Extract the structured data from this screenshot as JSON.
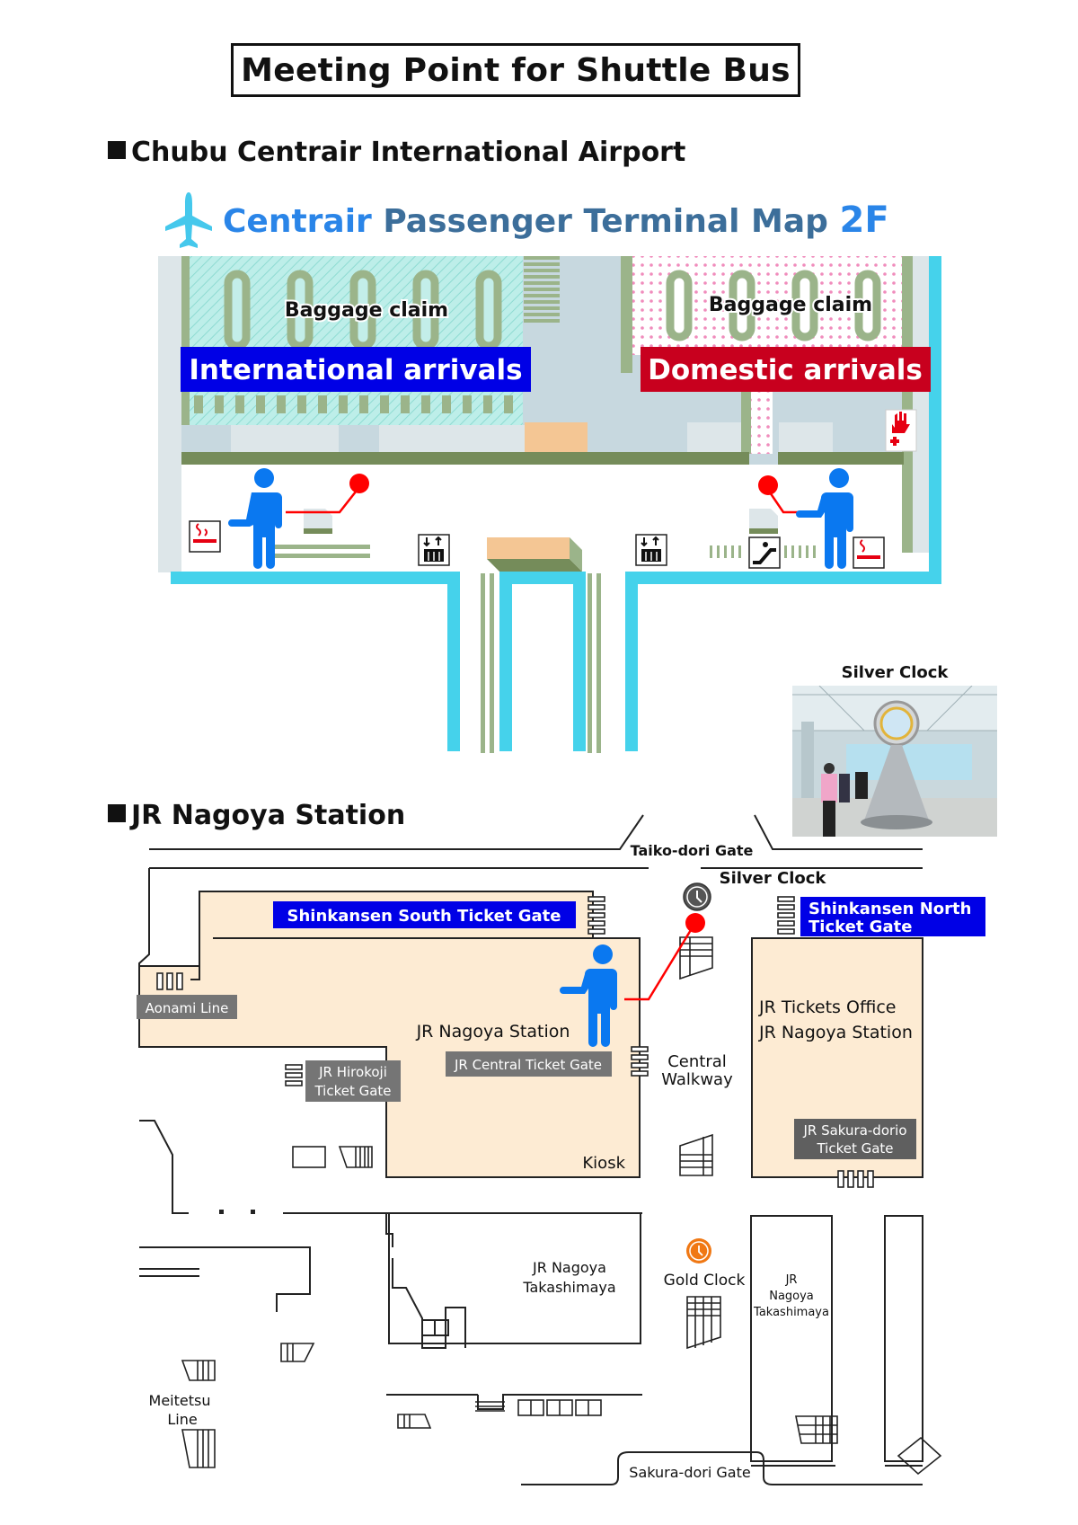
{
  "page": {
    "title": "Meeting Point for Shuttle Bus"
  },
  "airport": {
    "section_title": "Chubu Centrair International Airport",
    "map_title_brand": "Centrair",
    "map_title_rest": "Passenger Terminal Map",
    "map_title_floor": "2F",
    "baggage_claim_intl": "Baggage claim",
    "baggage_claim_dom": "Baggage claim",
    "intl_arrivals": "International arrivals",
    "dom_arrivals": "Domestic arrivals",
    "colors": {
      "intl": "#0000e6",
      "domestic": "#c8001e",
      "person": "#0a78f0",
      "meeting_dot": "#ff0000",
      "walkway": "#45d2eb",
      "wall": "#758c5a",
      "shop": "#f4c694"
    },
    "icons": [
      "airplane-icon",
      "smoking-area-icon",
      "elevator-icon",
      "escalator-icon",
      "first-aid-icon",
      "person-icon",
      "meeting-point-marker"
    ]
  },
  "photo": {
    "label": "Silver Clock"
  },
  "station": {
    "section_title": "JR Nagoya Station",
    "labels": {
      "taiko_gate": "Taiko-dori Gate",
      "silver_clock": "Silver Clock",
      "shinkansen_south": "Shinkansen South Ticket Gate",
      "shinkansen_north_1": "Shinkansen North",
      "shinkansen_north_2": "Ticket Gate",
      "aonami": "Aonami Line",
      "jr_nagoya_station": "JR Nagoya Station",
      "jr_central_gate": "JR Central Ticket Gate",
      "hirokoji_1": "JR Hirokoji",
      "hirokoji_2": "Ticket Gate",
      "central_walkway_1": "Central",
      "central_walkway_2": "Walkway",
      "tickets_office_1": "JR Tickets Office",
      "tickets_office_2": "JR Nagoya Station",
      "sakura_gate_1": "JR Sakura-dorio",
      "sakura_gate_2": "Ticket Gate",
      "kiosk": "Kiosk",
      "takashimaya_w_1": "JR Nagoya",
      "takashimaya_w_2": "Takashimaya",
      "gold_clock": "Gold Clock",
      "takashimaya_e_1": "JR",
      "takashimaya_e_2": "Nagoya",
      "takashimaya_e_3": "Takashimaya",
      "meitetsu_1": "Meitetsu",
      "meitetsu_2": "Line",
      "sakura_dori_gate": "Sakura-dori Gate"
    },
    "colors": {
      "concourse": "#fdebd3",
      "gate_badge": "#0000e6",
      "grey_badge": "#757575",
      "silver_clock": "#555555",
      "gold_clock": "#f07814"
    }
  }
}
